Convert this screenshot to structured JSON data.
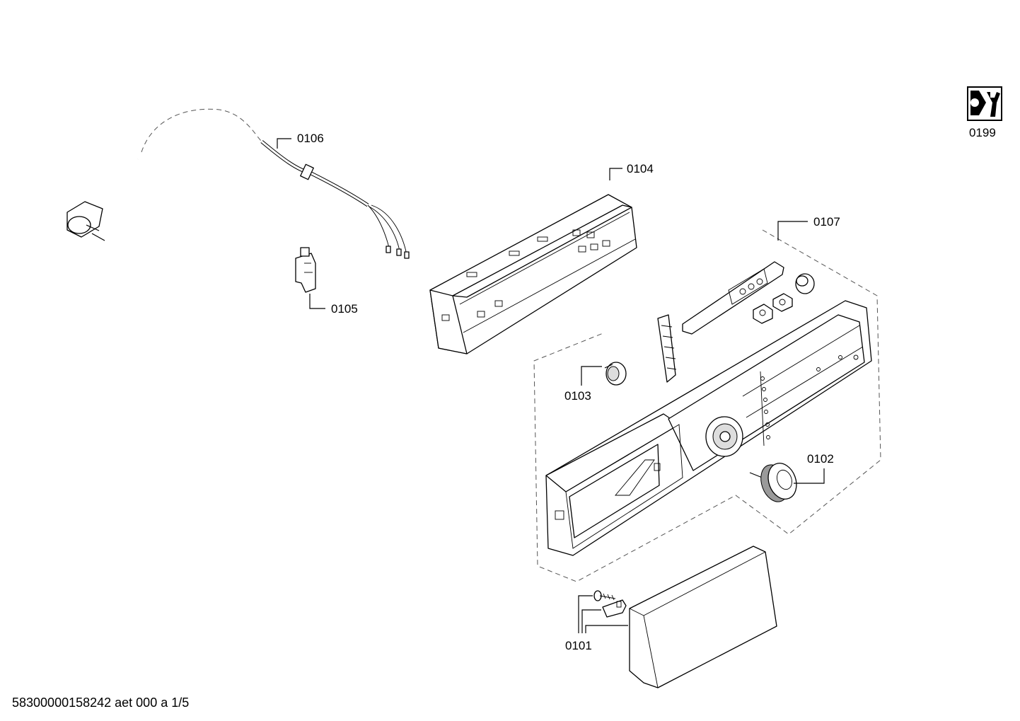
{
  "diagram": {
    "parts": [
      {
        "id": "part-0101",
        "label": "0101"
      },
      {
        "id": "part-0102",
        "label": "0102"
      },
      {
        "id": "part-0103",
        "label": "0103"
      },
      {
        "id": "part-0104",
        "label": "0104"
      },
      {
        "id": "part-0105",
        "label": "0105"
      },
      {
        "id": "part-0106",
        "label": "0106"
      },
      {
        "id": "part-0107",
        "label": "0107"
      },
      {
        "id": "part-0199",
        "label": "0199"
      }
    ],
    "footer": "58300000158242 aet 000 a 1/5"
  }
}
